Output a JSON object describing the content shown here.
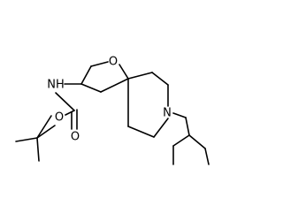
{
  "molecule": {
    "atoms": {
      "ring_oxygen": "O",
      "carbonyl_oxygen": "O",
      "ester_oxygen": "O",
      "amide_nitrogen": "NH",
      "ring_nitrogen": "N"
    }
  }
}
